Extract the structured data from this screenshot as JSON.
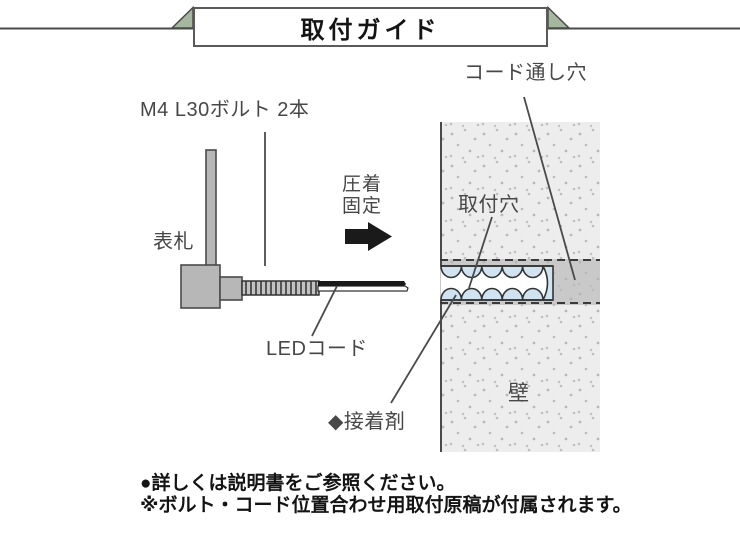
{
  "title": {
    "banner": "取付ガイド"
  },
  "diagram": {
    "labels": {
      "bolt": "M4 L30ボルト 2本",
      "cord_hole": "コード通し穴",
      "press_fix_line1": "圧着",
      "press_fix_line2": "固定",
      "mount_hole": "取付穴",
      "nameplate": "表札",
      "led_cord": "LEDコード",
      "adhesive": "◆接着剤",
      "wall": "壁"
    }
  },
  "notes": {
    "line1": "●詳しくは説明書をご参照ください。",
    "line2": "※ボルト・コード位置合わせ用取付原稿が付属されます。"
  },
  "colors": {
    "line-dark": "#4a4a4a",
    "accent-green": "#a3b89c",
    "scallop-blue": "#cfe3f0",
    "wall-gray": "#ededed",
    "band-gray": "#c9c9c9",
    "metal-gray": "#b7b7b7"
  }
}
